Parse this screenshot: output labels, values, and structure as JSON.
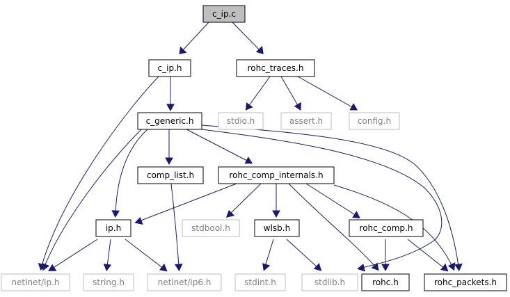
{
  "nodes": {
    "c_ip_c": "c_ip.c",
    "c_ip_h": "c_ip.h",
    "rohc_traces_h": "rohc_traces.h",
    "stdio_h": "stdio.h",
    "assert_h": "assert.h",
    "config_h": "config.h",
    "c_generic_h": "c_generic.h",
    "comp_list_h": "comp_list.h",
    "rohc_comp_internals_h": "rohc_comp_internals.h",
    "ip_h": "ip.h",
    "stdbool_h": "stdbool.h",
    "wlsb_h": "wlsb.h",
    "rohc_comp_h": "rohc_comp.h",
    "netinet_ip_h": "netinet/ip.h",
    "string_h": "string.h",
    "netinet_ip6_h": "netinet/ip6.h",
    "stdint_h": "stdint.h",
    "stdlib_h": "stdlib.h",
    "rohc_h": "rohc.h",
    "rohc_packets_h": "rohc_packets.h"
  },
  "colors": {
    "edge": "#191970",
    "root_fill": "#bfbfbf",
    "local_border": "#000000",
    "system_border": "#bfbfbf",
    "system_text": "#808080"
  }
}
